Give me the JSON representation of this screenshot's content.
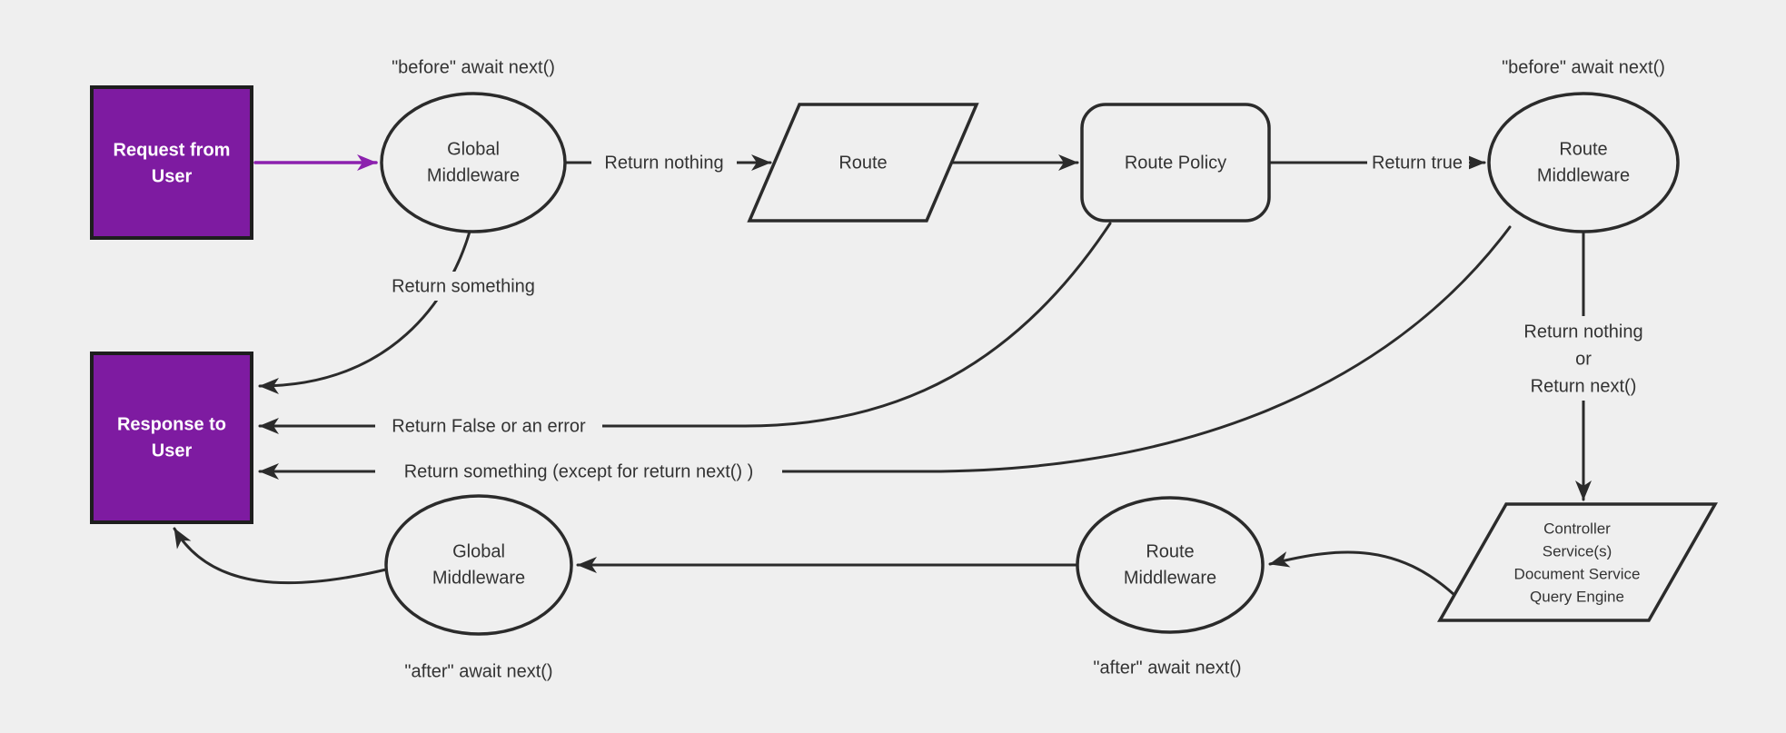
{
  "theme": {
    "bg": "#efefef",
    "stroke": "#2b2b2b",
    "purple": "#7e1ba1",
    "purple-arrow": "#8c21ae",
    "text": "#333333",
    "white": "#ffffff"
  },
  "nodes": {
    "request": {
      "lines": [
        "Request from",
        "User"
      ]
    },
    "global_mw_top": {
      "lines": [
        "Global",
        "Middleware"
      ]
    },
    "route": {
      "label": "Route"
    },
    "route_policy": {
      "label": "Route Policy"
    },
    "route_mw_top": {
      "lines": [
        "Route",
        "Middleware"
      ]
    },
    "controller": {
      "lines": [
        "Controller",
        "Service(s)",
        "Document Service",
        "Query Engine"
      ]
    },
    "route_mw_bottom": {
      "lines": [
        "Route",
        "Middleware"
      ]
    },
    "global_mw_bottom": {
      "lines": [
        "Global",
        "Middleware"
      ]
    },
    "response": {
      "lines": [
        "Response to",
        "User"
      ]
    }
  },
  "labels": {
    "before_await_left": "\"before\" await next()",
    "before_await_right": "\"before\" await next()",
    "return_nothing": "Return nothing",
    "return_true": "Return true",
    "return_something": "Return something",
    "return_false": "Return False or an error",
    "return_something_except": "Return something (except for return next() )",
    "return_stack": [
      "Return nothing",
      "or",
      "Return next()"
    ],
    "after_await_left": "\"after\" await next()",
    "after_await_right": "\"after\" await next()"
  }
}
